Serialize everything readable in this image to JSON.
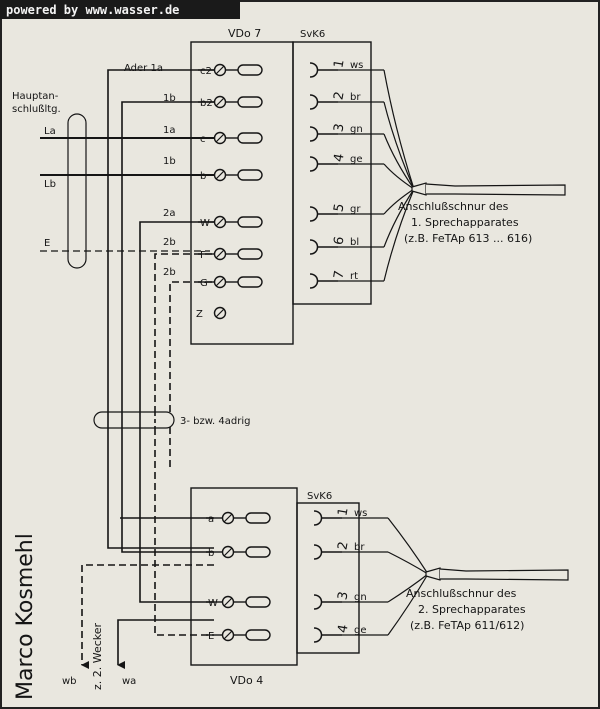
{
  "header": {
    "watermark": "powered by www.wasser.de"
  },
  "author": "Marco Kosmehl",
  "main_line": {
    "label_1": "Hauptan-",
    "label_2": "schlußltg.",
    "La": "La",
    "Lb": "Lb",
    "E": "E"
  },
  "vdo7": {
    "title": "VDo 7",
    "ader_label": "Ader 1a",
    "left_labels": [
      "",
      "1b",
      "1a",
      "1b",
      "2a",
      "2b",
      "2b"
    ],
    "terminals": [
      "c2",
      "b2",
      "c",
      "b",
      "W",
      "F",
      "G",
      "Z"
    ]
  },
  "svk6_top": {
    "title": "SvK6",
    "pins": [
      "1",
      "2",
      "3",
      "4",
      "5",
      "6",
      "7"
    ],
    "colors": [
      "ws",
      "br",
      "gn",
      "ge",
      "gr",
      "bl",
      "rt"
    ]
  },
  "cable_note": "3- bzw. 4adrig",
  "connector_top": {
    "line1": "Anschlußschnur des",
    "line2": "1. Sprechapparates",
    "line3": "(z.B. FeTAp 613 ... 616)"
  },
  "svk6_bottom": {
    "title": "SvK6",
    "pins": [
      "1",
      "2",
      "3",
      "4"
    ],
    "colors": [
      "ws",
      "br",
      "gn",
      "ge"
    ]
  },
  "vdo4": {
    "title": "VDo 4",
    "terminals": [
      "a",
      "b",
      "W",
      "E"
    ]
  },
  "connector_bottom": {
    "line1": "Anschlußschnur des",
    "line2": "2. Sprechapparates",
    "line3": "(z.B. FeTAp 611/612)"
  },
  "wecker": {
    "label": "z. 2. Wecker",
    "wb": "wb",
    "wa": "wa"
  }
}
